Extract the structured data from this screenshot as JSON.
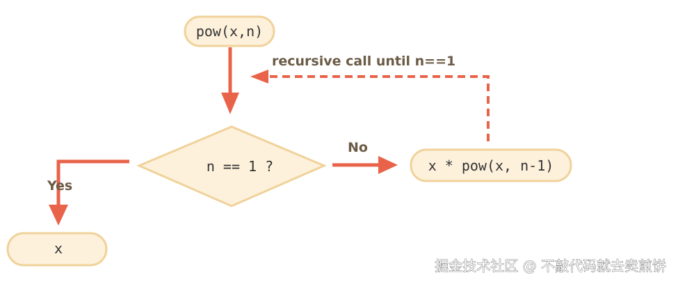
{
  "nodes": {
    "start": "pow(x,n)",
    "decision": "n == 1 ?",
    "recursive": "x * pow(x, n-1)",
    "result": "x"
  },
  "edges": {
    "loop_label": "recursive call until n==1",
    "no_label": "No",
    "yes_label": "Yes"
  },
  "watermark": "掘金技术社区 @ 不敲代码就去卖煎饼",
  "colors": {
    "node_fill": "#fdf1dc",
    "node_stroke": "#f0d29a",
    "arrow": "#e9634a",
    "label": "#6b5b45"
  }
}
